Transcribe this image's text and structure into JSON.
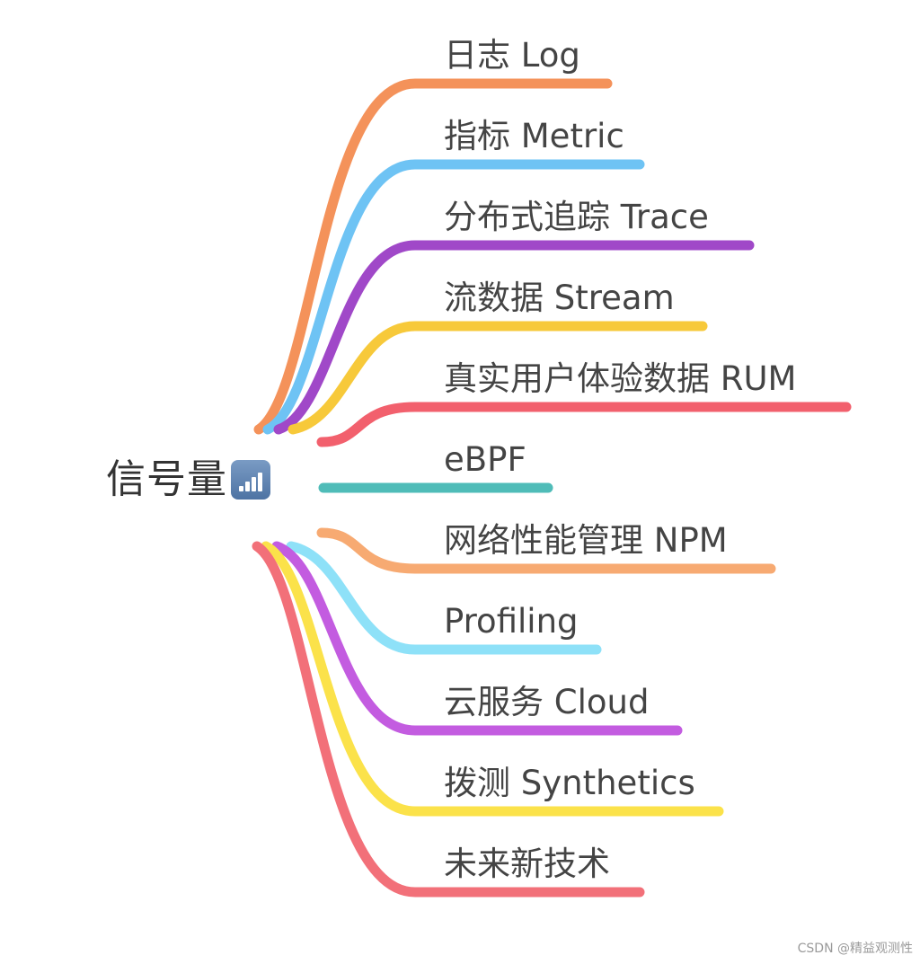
{
  "root": {
    "label": "信号量",
    "icon": "signal-bars-icon"
  },
  "branches": [
    {
      "label": "日志 Log",
      "color": "#f4925a"
    },
    {
      "label": "指标 Metric",
      "color": "#6ec3f4"
    },
    {
      "label": "分布式追踪 Trace",
      "color": "#a048c8"
    },
    {
      "label": "流数据 Stream",
      "color": "#f7c93a"
    },
    {
      "label": "真实用户体验数据 RUM",
      "color": "#f2606d"
    },
    {
      "label": "eBPF",
      "color": "#4fbcb8"
    },
    {
      "label": "网络性能管理 NPM",
      "color": "#f7aa72"
    },
    {
      "label": "Profiling",
      "color": "#8ee1f8"
    },
    {
      "label": "云服务 Cloud",
      "color": "#c35ce0"
    },
    {
      "label": "拨测 Synthetics",
      "color": "#fbe24a"
    },
    {
      "label": "未来新技术",
      "color": "#f27079"
    }
  ],
  "watermark": "CSDN @精益观测性"
}
